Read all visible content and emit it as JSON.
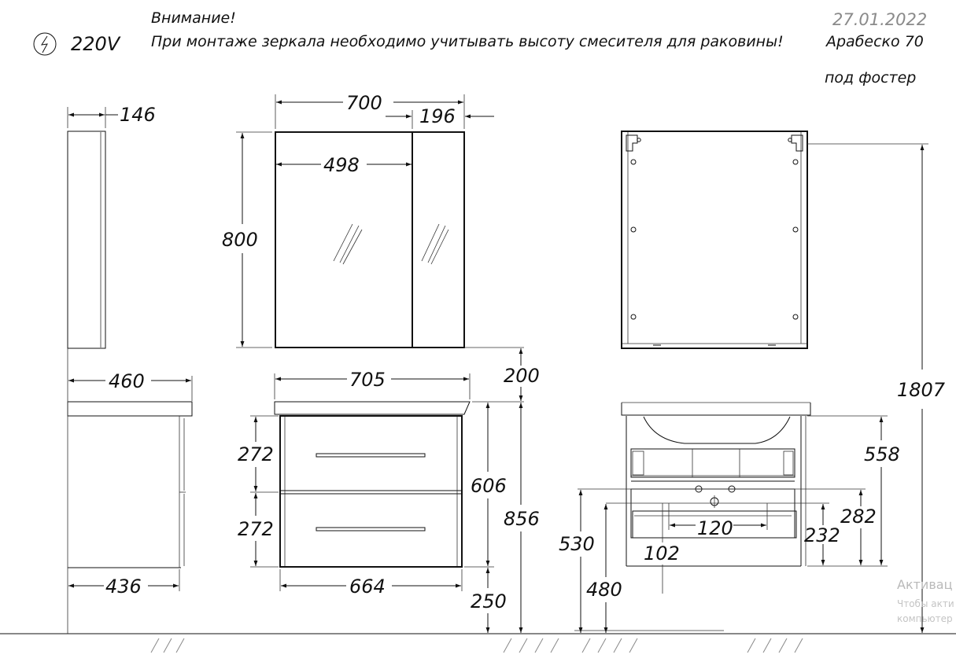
{
  "header": {
    "voltage": "220V",
    "warning_title": "Внимание!",
    "warning_text": "При монтаже зеркала необходимо учитывать высоту смесителя для раковины!",
    "date": "27.01.2022",
    "model": "Арабеско 70",
    "model_note": "под фостер"
  },
  "icons": {
    "power": "lightning-bolt-circle-icon",
    "mirror_glare": "glass-reflection-icon",
    "floor_hatch": "floor-hatch-icon"
  },
  "dimensions": {
    "mirror_depth": "146",
    "mirror_width": "700",
    "mirror_side_width": "196",
    "mirror_door_width": "498",
    "mirror_height": "800",
    "gap_to_basin": "200",
    "total_height": "1807",
    "basin_depth": "460",
    "basin_width": "705",
    "cabinet_depth": "436",
    "drawer_1_height": "272",
    "drawer_2_height": "272",
    "cabinet_height": "606",
    "height_to_basin": "856",
    "cabinet_width": "664",
    "floor_clearance": "250",
    "rear_cabinet_height": "558",
    "pipe_zone_height": "282",
    "pipe_zone_inner": "232",
    "pipe_spacing": "120",
    "pipe_offset": "102",
    "pipe_top_height": "530",
    "pipe_bottom_height": "480"
  },
  "watermark": {
    "title": "Активац",
    "line1": "Чтобы акти",
    "line2": "компьютер"
  }
}
